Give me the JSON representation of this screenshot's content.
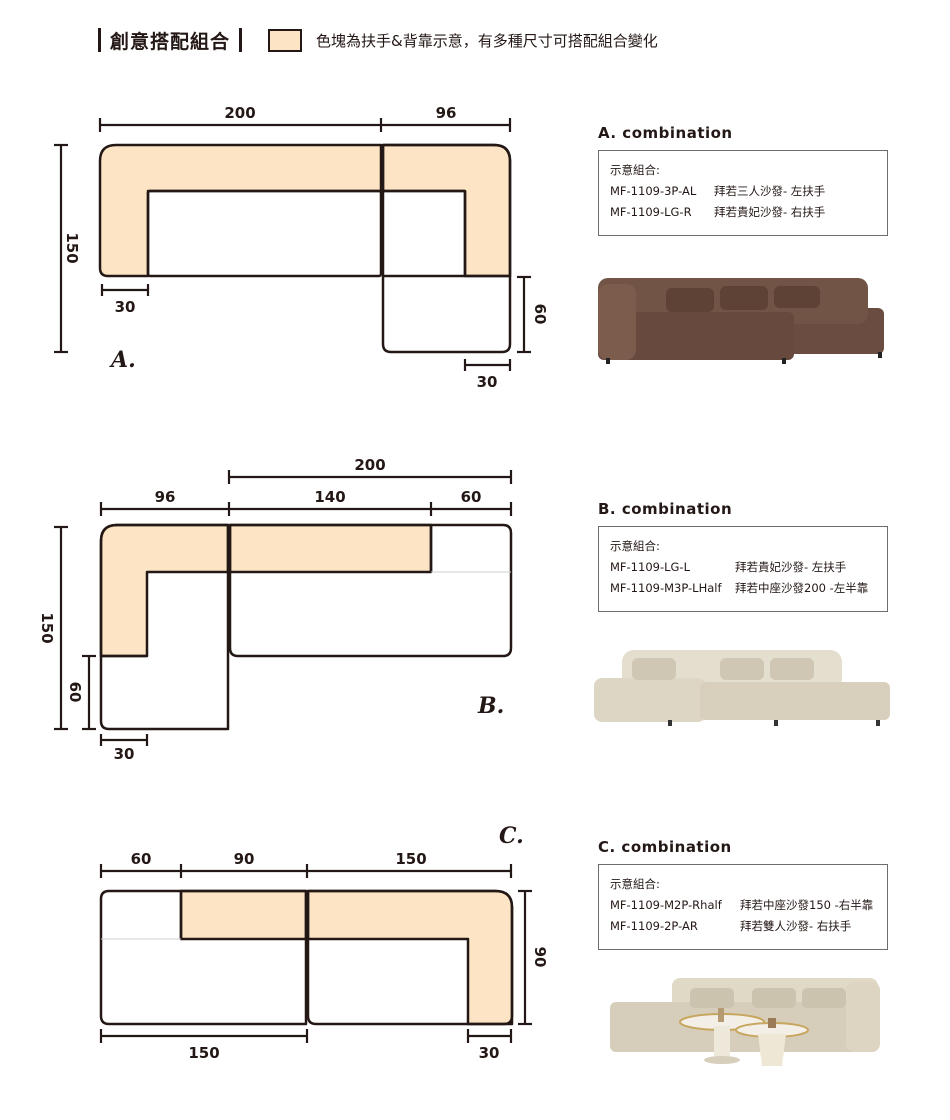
{
  "header": {
    "title": "創意搭配組合",
    "legend": "色塊為扶手&背靠示意，有多種尺寸可搭配組合變化",
    "swatch_color": "#fce4c5"
  },
  "colors": {
    "cushion": "#fce4c5",
    "outline": "#231815"
  },
  "diagrams": [
    {
      "id": "A",
      "letter": "A.",
      "dims": [
        "200",
        "96",
        "150",
        "30",
        "60",
        "30"
      ]
    },
    {
      "id": "B",
      "letter": "B.",
      "dims": [
        "200",
        "96",
        "140",
        "60",
        "150",
        "60",
        "30"
      ]
    },
    {
      "id": "C",
      "letter": "C.",
      "dims": [
        "60",
        "90",
        "150",
        "90",
        "150",
        "30"
      ]
    }
  ],
  "combinations": [
    {
      "title": "A. combination",
      "intro": "示意組合:",
      "items": [
        {
          "code": "MF-1109-3P-AL",
          "desc": "拜若三人沙發-  左扶手"
        },
        {
          "code": "MF-1109-LG-R",
          "desc": "拜若貴妃沙發-  右扶手"
        }
      ],
      "photo": {
        "name": "brown-l-sofa",
        "color": "#6e5244"
      }
    },
    {
      "title": "B. combination",
      "intro": "示意組合:",
      "items": [
        {
          "code": "MF-1109-LG-L",
          "desc": "拜若貴妃沙發-  左扶手"
        },
        {
          "code": "MF-1109-M3P-LHalf",
          "desc": "拜若中座沙發200 -左半靠"
        }
      ],
      "photo": {
        "name": "beige-l-sofa",
        "color": "#ded7c6"
      }
    },
    {
      "title": "C. combination",
      "intro": "示意組合:",
      "items": [
        {
          "code": "MF-1109-M2P-Rhalf",
          "desc": "拜若中座沙發150 -右半靠"
        },
        {
          "code": "MF-1109-2P-AR",
          "desc": "拜若雙人沙發-  右扶手"
        }
      ],
      "photo": {
        "name": "beige-sofa-with-tables",
        "color": "#d9d1bd"
      }
    }
  ]
}
